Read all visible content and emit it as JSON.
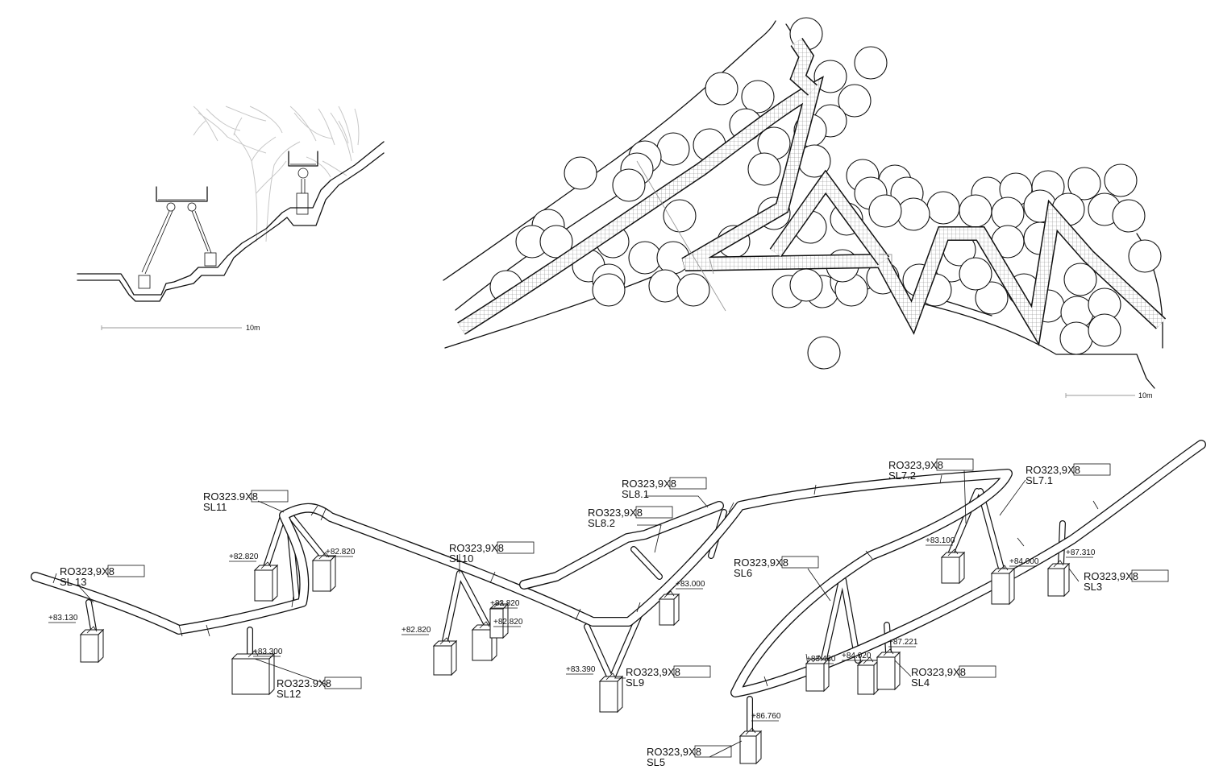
{
  "scales": {
    "section": "10m",
    "plan": "10m"
  },
  "elevations": [
    "+83.130",
    "+83.300",
    "+82.820",
    "+82.820",
    "+82.820",
    "+82.820",
    "+82.820",
    "+83.390",
    "+83.000",
    "+83.460",
    "+84.020",
    "+87.221",
    "+86.760",
    "+83.100",
    "+84.000",
    "+87.310"
  ],
  "labels": [
    {
      "profile": "RO323,9X8",
      "id": "SL 13"
    },
    {
      "profile": "RO323.9X8",
      "id": "SL11"
    },
    {
      "profile": "RO323.9X8",
      "id": "SL12"
    },
    {
      "profile": "RO323,9X8",
      "id": "SL10"
    },
    {
      "profile": "RO323,9X8",
      "id": "SL8.1"
    },
    {
      "profile": "RO323,9X8",
      "id": "SL8.2"
    },
    {
      "profile": "RO323,9X8",
      "id": "SL9"
    },
    {
      "profile": "RO323,9X8",
      "id": "SL6"
    },
    {
      "profile": "RO323,9X8",
      "id": "SL7.2"
    },
    {
      "profile": "RO323,9X8",
      "id": "SL7.1"
    },
    {
      "profile": "RO323,9X8",
      "id": "SL3"
    },
    {
      "profile": "RO323,9X8",
      "id": "SL4"
    },
    {
      "profile": "RO323,9X8",
      "id": "SL5"
    }
  ]
}
